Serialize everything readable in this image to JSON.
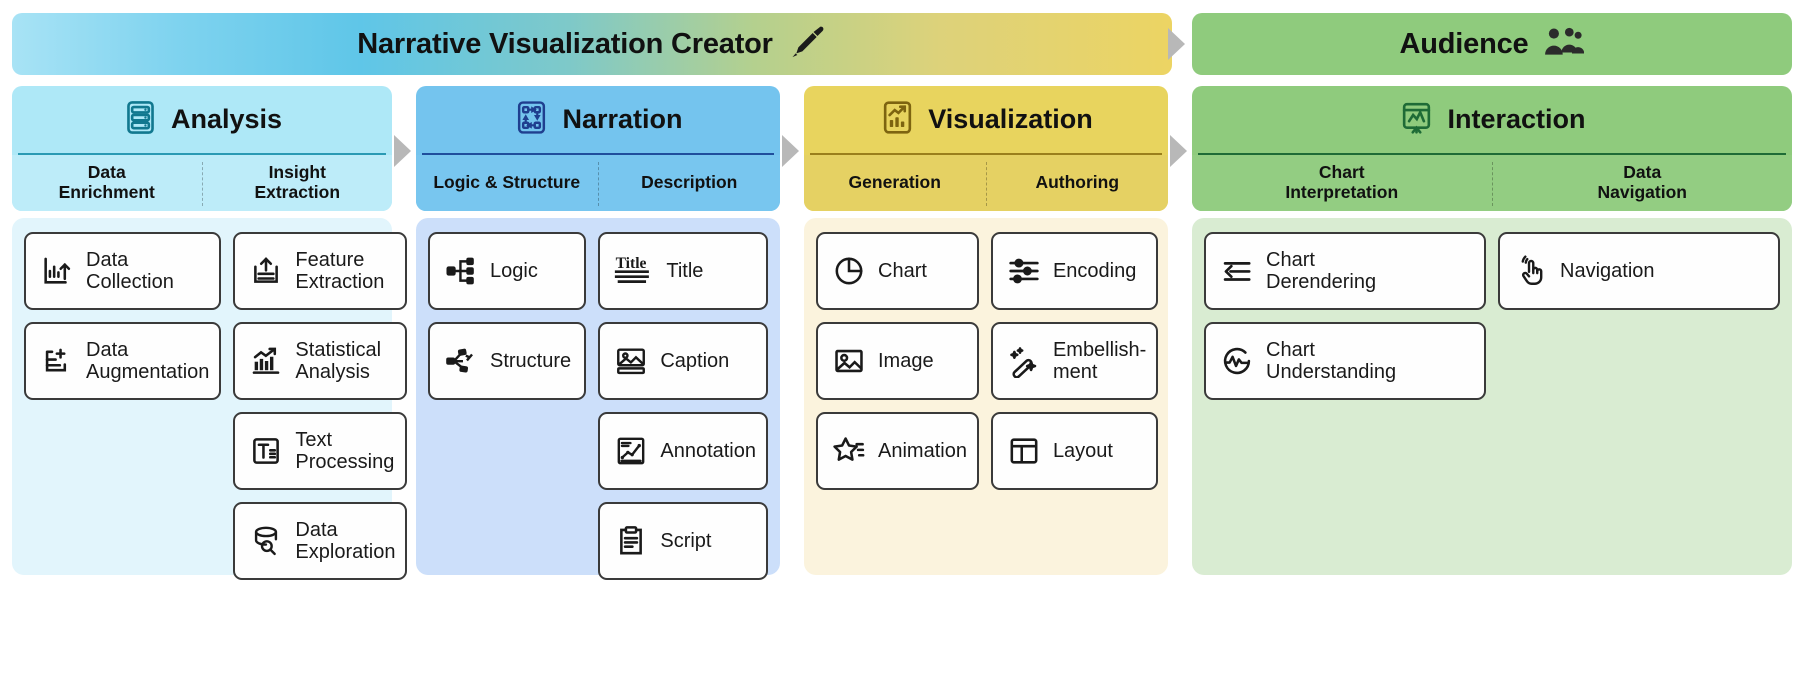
{
  "banners": [
    {
      "id": "creator",
      "title": "Narrative Visualization Creator",
      "icon": "pen-nib-icon"
    },
    {
      "id": "audience",
      "title": "Audience",
      "icon": "people-group-icon"
    }
  ],
  "columns": [
    {
      "id": "analysis",
      "title": "Analysis",
      "icon": "server-rack-icon",
      "accent": "#2a9ab4",
      "subcolumns": [
        {
          "label": "Data\nEnrichment",
          "label_lines": [
            "Data",
            "Enrichment"
          ],
          "items": [
            {
              "label_lines": [
                "Data",
                "Collection"
              ],
              "icon": "bar-chart-arrow-icon"
            },
            {
              "label_lines": [
                "Data",
                "Augmentation"
              ],
              "icon": "document-plus-icon"
            }
          ]
        },
        {
          "label": "Insight\nExtraction",
          "label_lines": [
            "Insight",
            "Extraction"
          ],
          "items": [
            {
              "label_lines": [
                "Feature",
                "Extraction"
              ],
              "icon": "upload-tray-icon"
            },
            {
              "label_lines": [
                "Statistical",
                "Analysis"
              ],
              "icon": "growth-bars-icon"
            },
            {
              "label_lines": [
                "Text",
                "Processing"
              ],
              "icon": "text-box-icon"
            },
            {
              "label_lines": [
                "Data",
                "Exploration"
              ],
              "icon": "database-search-icon"
            }
          ]
        }
      ]
    },
    {
      "id": "narration",
      "title": "Narration",
      "icon": "flow-nodes-icon",
      "accent": "#1f4e9c",
      "subcolumns": [
        {
          "label": "Logic & Structure",
          "label_lines": [
            "Logic & Structure"
          ],
          "items": [
            {
              "label_lines": [
                "Logic"
              ],
              "icon": "hierarchy-icon"
            },
            {
              "label_lines": [
                "Structure"
              ],
              "icon": "node-tree-icon"
            }
          ]
        },
        {
          "label": "Description",
          "label_lines": [
            "Description"
          ],
          "items": [
            {
              "label_lines": [
                "Title"
              ],
              "icon": "title-text-icon"
            },
            {
              "label_lines": [
                "Caption"
              ],
              "icon": "image-caption-icon"
            },
            {
              "label_lines": [
                "Annotation"
              ],
              "icon": "annotation-chart-icon"
            },
            {
              "label_lines": [
                "Script"
              ],
              "icon": "clipboard-script-icon"
            }
          ]
        }
      ]
    },
    {
      "id": "visualization",
      "title": "Visualization",
      "icon": "chart-growth-icon",
      "accent": "#9a7f1c",
      "subcolumns": [
        {
          "label": "Generation",
          "label_lines": [
            "Generation"
          ],
          "items": [
            {
              "label_lines": [
                "Chart"
              ],
              "icon": "pie-chart-icon"
            },
            {
              "label_lines": [
                "Image"
              ],
              "icon": "picture-icon"
            },
            {
              "label_lines": [
                "Animation"
              ],
              "icon": "star-sparkle-icon"
            }
          ]
        },
        {
          "label": "Authoring",
          "label_lines": [
            "Authoring"
          ],
          "items": [
            {
              "label_lines": [
                "Encoding"
              ],
              "icon": "sliders-icon"
            },
            {
              "label_lines": [
                "Embellish-",
                "ment"
              ],
              "icon": "magic-wand-icon"
            },
            {
              "label_lines": [
                "Layout"
              ],
              "icon": "layout-grid-icon"
            }
          ]
        }
      ]
    },
    {
      "id": "interaction",
      "title": "Interaction",
      "icon": "presentation-chart-icon",
      "accent": "#1e6b36",
      "subcolumns": [
        {
          "label": "Chart\nInterpretation",
          "label_lines": [
            "Chart",
            "Interpretation"
          ],
          "items": [
            {
              "label_lines": [
                "Chart",
                "Derendering"
              ],
              "icon": "arrow-left-lines-icon"
            },
            {
              "label_lines": [
                "Chart",
                "Understanding"
              ],
              "icon": "circle-pulse-icon"
            }
          ]
        },
        {
          "label": "Data\nNavigation",
          "label_lines": [
            "Data",
            "Navigation"
          ],
          "items": [
            {
              "label_lines": [
                "Navigation"
              ],
              "icon": "tap-hand-icon"
            }
          ]
        }
      ]
    }
  ],
  "arrows": [
    {
      "name": "arrow-creator-to-audience"
    },
    {
      "name": "arrow-analysis-to-narration"
    },
    {
      "name": "arrow-narration-to-visualization"
    },
    {
      "name": "arrow-visualization-to-interaction"
    }
  ],
  "colors": {
    "analysis": "#aee8f7",
    "narration": "#74c4ee",
    "visualization": "#e8d45e",
    "interaction": "#8fcb7d",
    "arrow": "#b8b8b8",
    "card_border": "#3a3a3a"
  }
}
